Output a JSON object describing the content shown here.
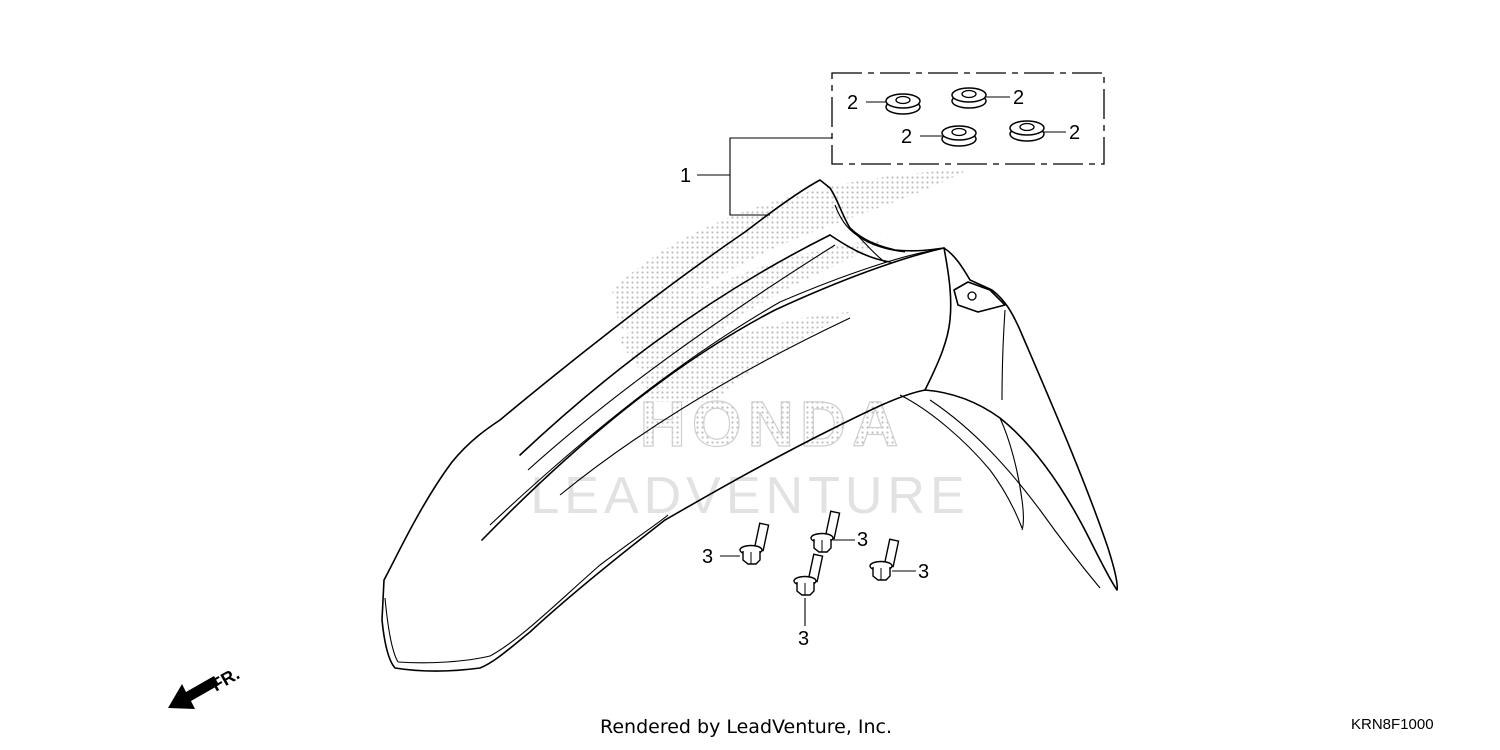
{
  "watermark": {
    "brand_text": "HONDA",
    "dealer_text": "LEADVENTURE"
  },
  "callouts": {
    "front_fender_label": "1",
    "grommet_label": "2",
    "bolt_label": "3"
  },
  "direction_indicator": {
    "label": "FR."
  },
  "footer": {
    "credit": "Rendered by LeadVenture, Inc.",
    "diagram_code": "KRN8F1000"
  },
  "colors": {
    "line": "#000000",
    "watermark": "#c8c8c8",
    "background": "#ffffff"
  }
}
